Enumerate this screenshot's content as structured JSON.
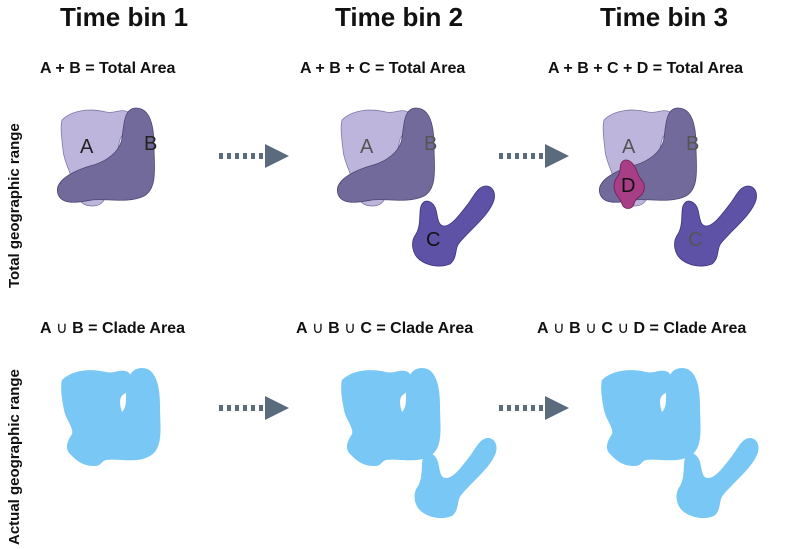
{
  "time_bins": [
    {
      "title": "Time bin 1"
    },
    {
      "title": "Time bin 2"
    },
    {
      "title": "Time bin 3"
    }
  ],
  "row_labels": {
    "top": "Total geographic range",
    "bottom": "Actual geographic range"
  },
  "total_formulas": {
    "bin1": "A + B = Total Area",
    "bin2": "A + B + C = Total Area",
    "bin3": "A + B + C + D = Total Area"
  },
  "clade_formulas": {
    "bin1": {
      "parts": [
        "A",
        "B"
      ],
      "suffix": " = Clade Area"
    },
    "bin2": {
      "parts": [
        "A",
        "B",
        "C"
      ],
      "suffix": " = Clade Area"
    },
    "bin3": {
      "parts": [
        "A",
        "B",
        "C",
        "D"
      ],
      "suffix": " = Clade Area"
    },
    "union_symbol": "∪"
  },
  "area_labels": {
    "a": "A",
    "b": "B",
    "c": "C",
    "d": "D"
  },
  "colors": {
    "area_a": "#bdb5dc",
    "area_b": "#716a9a",
    "area_c": "#5d52a5",
    "area_d": "#a83f86",
    "clade": "#79c7f5",
    "arrow": "#5b6b7e"
  },
  "icons": {
    "arrow": "dashed-right-arrow-icon"
  }
}
